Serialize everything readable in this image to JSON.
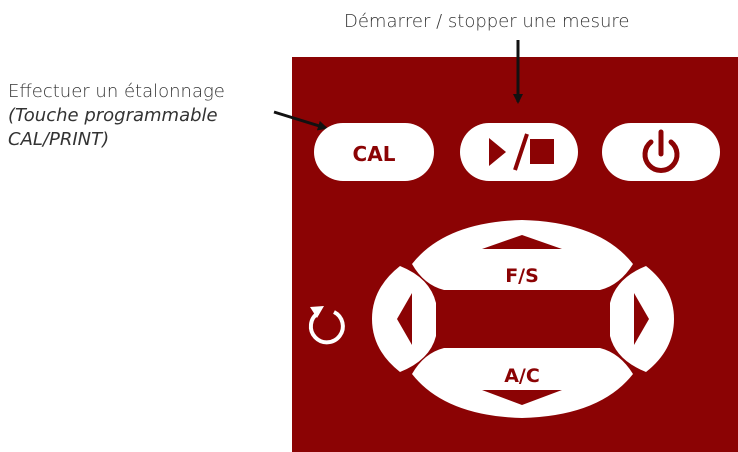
{
  "callouts": {
    "start_stop": "Démarrer / stopper une mesure",
    "calibrate": "Effectuer un étalonnage",
    "calibrate_note_line1": "(Touche programmable",
    "calibrate_note_line2": "CAL/PRINT)"
  },
  "keypad": {
    "background_color": "#8b0304",
    "key_color": "#ffffff",
    "cal_label": "CAL",
    "up_label": "F/S",
    "down_label": "A/C"
  },
  "icons": {
    "start_stop_key": "play-stop-icon",
    "power_key": "power-icon",
    "rotate": "rotate-icon",
    "up": "triangle-up-icon",
    "down": "triangle-down-icon",
    "left": "triangle-left-icon",
    "right": "triangle-right-icon"
  }
}
